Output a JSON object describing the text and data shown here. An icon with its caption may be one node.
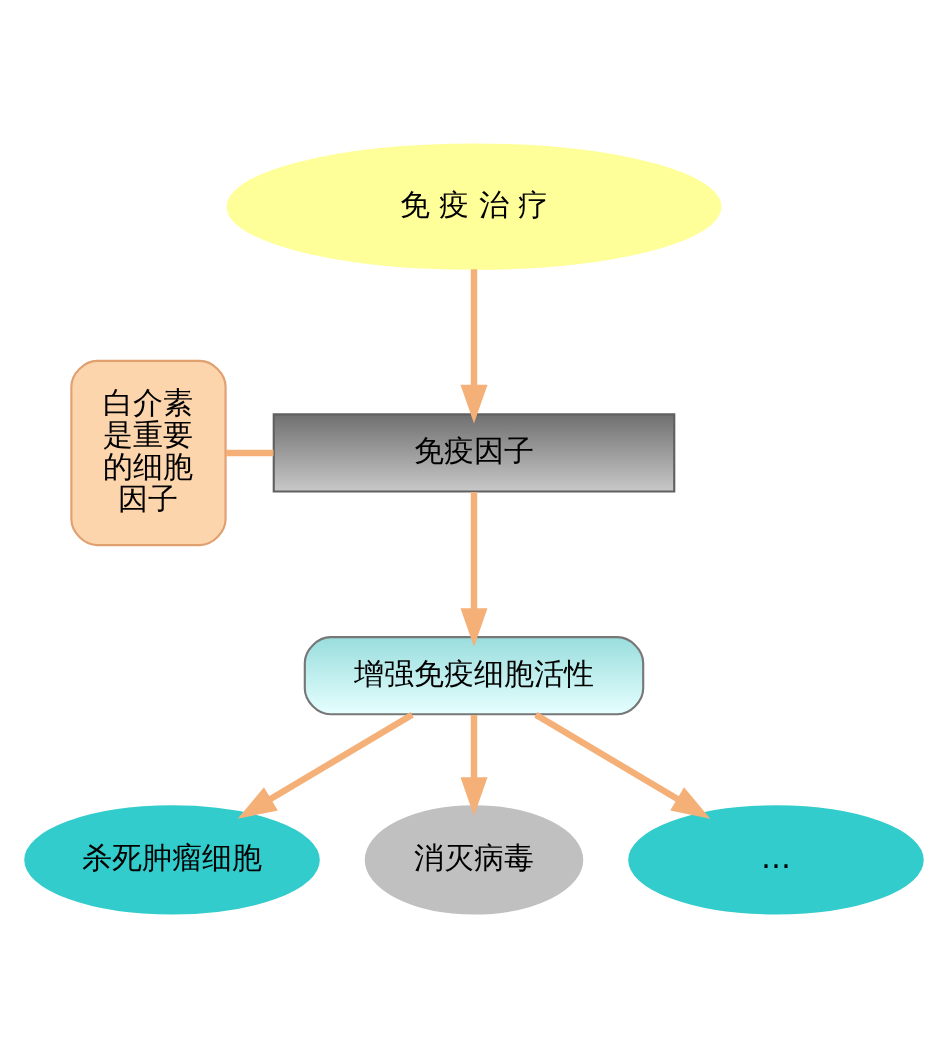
{
  "diagram": {
    "nodes": [
      {
        "text": [
          "免 疫 治 疗"
        ]
      },
      {
        "text": [
          "免疫因子"
        ]
      },
      {
        "text": [
          "白介素是重要的细胞因子"
        ]
      },
      {
        "text": [
          "增强免疫细胞活性"
        ]
      },
      {
        "text": [
          "杀死肿瘤细胞"
        ]
      },
      {
        "text": [
          "消灭病毒"
        ]
      },
      {
        "text": [
          "…"
        ]
      }
    ],
    "edges": [
      {
        "from": 0,
        "to": 1,
        "arrow": "to"
      },
      {
        "from": 2,
        "to": 1,
        "arrow": "none"
      },
      {
        "from": 1,
        "to": 3,
        "arrow": "to"
      },
      {
        "from": 3,
        "to": 4,
        "arrow": "to"
      },
      {
        "from": 3,
        "to": 5,
        "arrow": "to"
      },
      {
        "from": 3,
        "to": 6,
        "arrow": "to"
      }
    ]
  }
}
